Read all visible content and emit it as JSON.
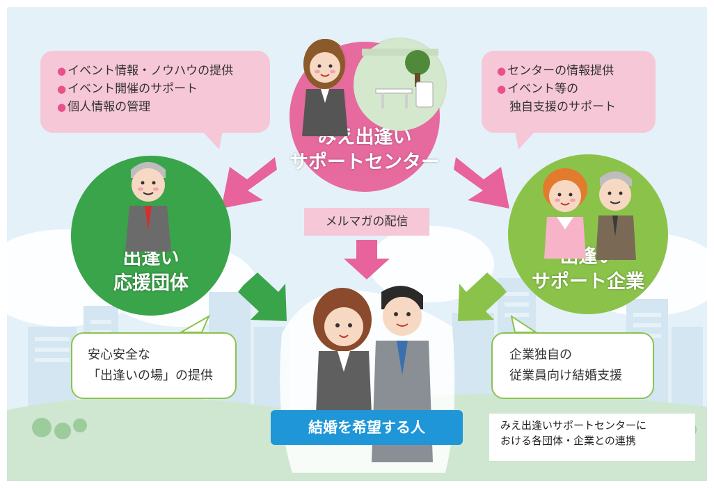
{
  "center": {
    "title_line1": "みえ出逢い",
    "title_line2": "サポートセンター"
  },
  "left_org": {
    "title_line1": "出逢い",
    "title_line2": "応援団体"
  },
  "right_org": {
    "title_line1": "出逢い",
    "title_line2": "サポート企業"
  },
  "bubble_top_left": {
    "items": [
      "イベント情報・ノウハウの提供",
      "イベント開催のサポート",
      "個人情報の管理"
    ]
  },
  "bubble_top_right": {
    "items": [
      "センターの情報提供",
      "イベント等の"
    ],
    "continuation": "独自支援のサポート"
  },
  "mail_label": "メルマガの配信",
  "bubble_bottom_left": {
    "line1": "安心安全な",
    "line2": "「出逢いの場」の提供"
  },
  "bubble_bottom_right": {
    "line1": "企業独自の",
    "line2": "従業員向け結婚支援"
  },
  "target_label": "結婚を希望する人",
  "caption": {
    "line1": "みえ出逢いサポートセンターに",
    "line2": "おける各団体・企業との連携"
  },
  "colors": {
    "pink": "#e8639b",
    "pink_light": "#f6c7d7",
    "green_dark": "#3aa44a",
    "green_light": "#8bc34a",
    "blue": "#1e96d8"
  }
}
